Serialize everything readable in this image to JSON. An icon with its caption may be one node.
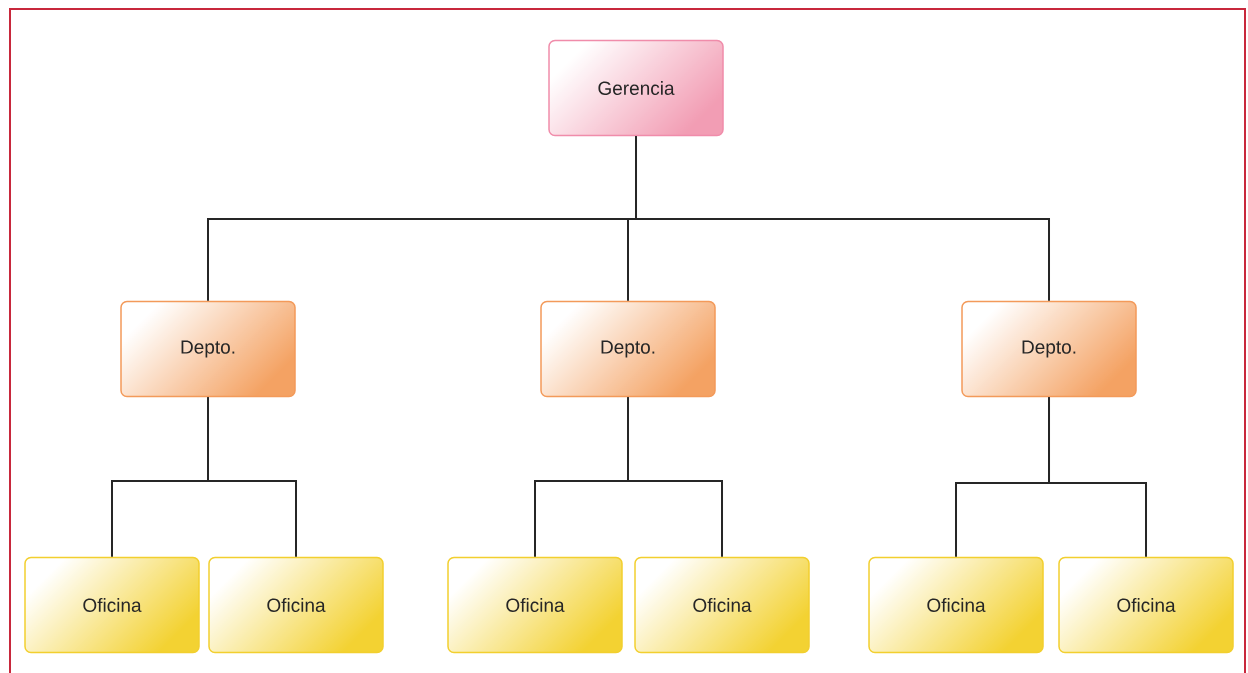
{
  "diagram": {
    "nodes": [
      {
        "text": [
          "Gerencia"
        ]
      },
      {
        "text": [
          "Depto."
        ]
      },
      {
        "text": [
          "Depto."
        ]
      },
      {
        "text": [
          "Depto."
        ]
      },
      {
        "text": [
          "Oficina"
        ]
      },
      {
        "text": [
          "Oficina"
        ]
      },
      {
        "text": [
          "Oficina"
        ]
      },
      {
        "text": [
          "Oficina"
        ]
      },
      {
        "text": [
          "Oficina"
        ]
      },
      {
        "text": [
          "Oficina"
        ]
      }
    ],
    "edges": [
      {
        "from": 0,
        "to": 1,
        "arrow": "none"
      },
      {
        "from": 0,
        "to": 2,
        "arrow": "none"
      },
      {
        "from": 0,
        "to": 3,
        "arrow": "none"
      },
      {
        "from": 1,
        "to": 4,
        "arrow": "none"
      },
      {
        "from": 1,
        "to": 5,
        "arrow": "none"
      },
      {
        "from": 2,
        "to": 6,
        "arrow": "none"
      },
      {
        "from": 2,
        "to": 7,
        "arrow": "none"
      },
      {
        "from": 3,
        "to": 8,
        "arrow": "none"
      },
      {
        "from": 3,
        "to": 9,
        "arrow": "none"
      }
    ]
  }
}
